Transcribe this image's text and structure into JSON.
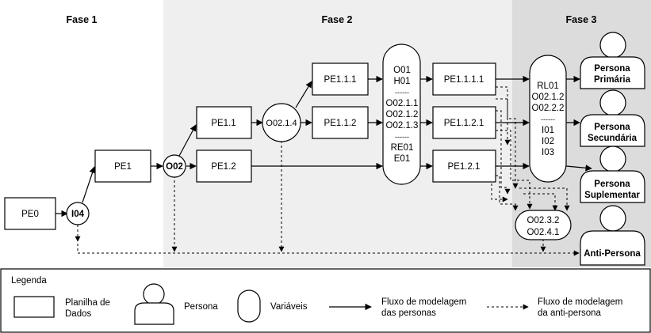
{
  "phases": [
    "Fase 1",
    "Fase 2",
    "Fase 3"
  ],
  "nodes": {
    "pe0": "PE0",
    "i04": "I04",
    "pe1": "PE1",
    "o02": "O02",
    "pe1_1": "PE1.1",
    "pe1_2": "PE1.2",
    "o02_1_4": "O02.1.4",
    "pe1_1_1": "PE1.1.1",
    "pe1_1_2": "PE1.1.2",
    "pe1_1_1_1": "PE1.1.1.1",
    "pe1_1_2_1": "PE1.1.2.1",
    "pe1_2_1": "PE1.2.1",
    "o02_3_2": "O02.3.2",
    "o02_4_1": "O02.4.1"
  },
  "var_pill_1": [
    "O01",
    "H01",
    "------",
    "O02.1.1",
    "O02.1.2",
    "O02.1.3",
    "------",
    "RE01",
    "E01"
  ],
  "var_pill_2": [
    "RL01",
    "O02.1.2",
    "O02.2.2",
    "------",
    "I01",
    "I02",
    "I03"
  ],
  "personas": {
    "primaria": [
      "Persona",
      "Primária"
    ],
    "secundaria": [
      "Persona",
      "Secundária"
    ],
    "suplementar": [
      "Persona",
      "Suplementar"
    ],
    "anti": "Anti-Persona"
  },
  "legend": {
    "title": "Legenda",
    "planilha": [
      "Planilha de",
      "Dados"
    ],
    "persona": "Persona",
    "variaveis": "Variáveis",
    "fluxo_personas": [
      "Fluxo de modelagem",
      "das personas"
    ],
    "fluxo_anti": [
      "Fluxo de modelagem",
      "da anti-persona"
    ]
  },
  "colors": {
    "phase1_bg": "#ffffff",
    "phase2_bg": "#efefef",
    "phase3_bg": "#dcdcdc",
    "stroke": "#000000"
  }
}
